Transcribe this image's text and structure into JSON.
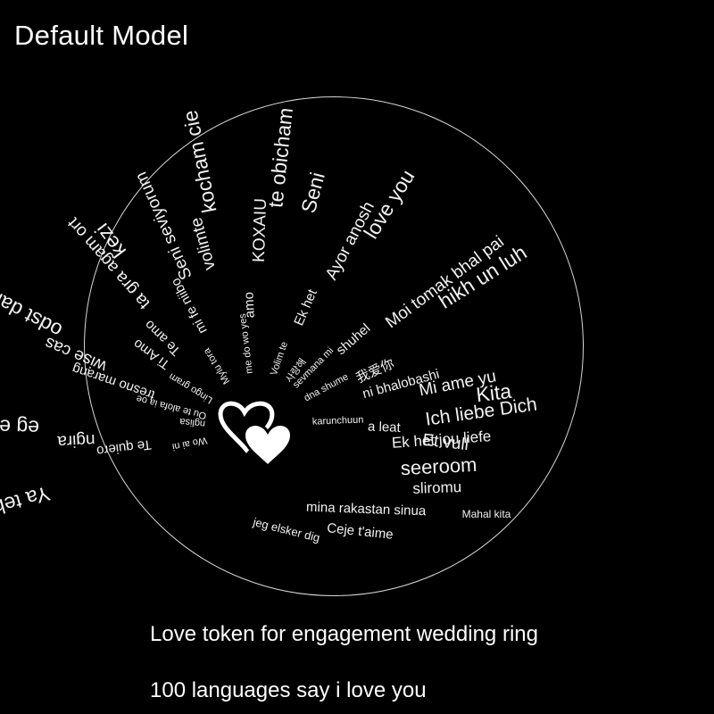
{
  "label": "Default Model",
  "caption_line_1": "Love token for engagement wedding ring",
  "caption_line_2": "100 languages say i love you",
  "phrases": [
    "Ich liebe Dich",
    "Ek het jou liefe",
    "seeroom",
    "sliromu",
    "mina rakastan sinua",
    "Mahal kita",
    "Ceje t'aime",
    "jeg elsker dig",
    "nglisa",
    "Ti Amo",
    "Seni seviyorum",
    "te obicham",
    "사랑해",
    "我爱你",
    "Et vull",
    "eg elska tig",
    "Lingo gram",
    "mi fe niibo",
    "KOXAIU",
    "love you",
    "dna shume",
    "a leat",
    "ngira",
    "odst daram",
    "Mylu tora",
    "amo",
    "Ayor anosh",
    "hikh un luh",
    "karunchuun",
    "Te quiero",
    "wise cas",
    "kezi",
    "me do wo yes",
    "Ek het",
    "Moi tomak bhal pai",
    "Kita",
    "Wo ai ni",
    "tresno marang",
    "ta gra agam ort",
    "kocham cie",
    "Volim te",
    "shuhel",
    "Mi ame yu",
    "Ya tebe kocham",
    "Ou te alofa ia oe",
    "Te amo",
    "volimte",
    "Seni",
    "sevmana mi",
    "ni bhalobashi"
  ]
}
